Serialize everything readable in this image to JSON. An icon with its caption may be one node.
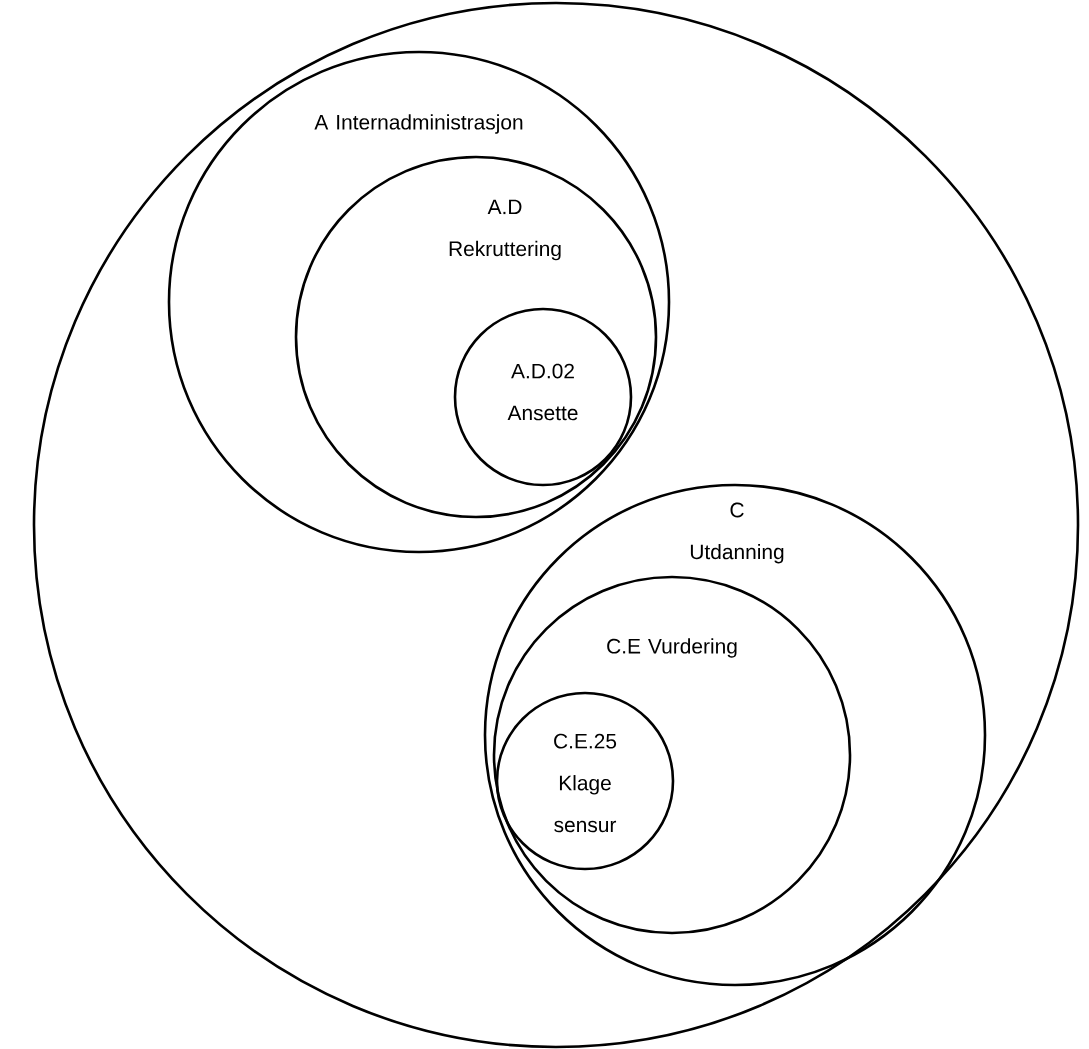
{
  "diagram": {
    "nodes": [
      {
        "text": [],
        "shape": "circle"
      },
      {
        "text": [
          "A Internadministrasjon"
        ],
        "in": 0
      },
      {
        "text": [
          "A.D Rekruttering"
        ],
        "in": 1
      },
      {
        "text": [
          "A.D.02 Ansette"
        ],
        "in": 2
      },
      {
        "text": [
          "C Utdanning"
        ],
        "in": 0
      },
      {
        "text": [
          "C.E Vurdering"
        ],
        "in": 4
      },
      {
        "text": [
          "C.E.25 Klage sensur"
        ],
        "in": 5
      }
    ]
  }
}
